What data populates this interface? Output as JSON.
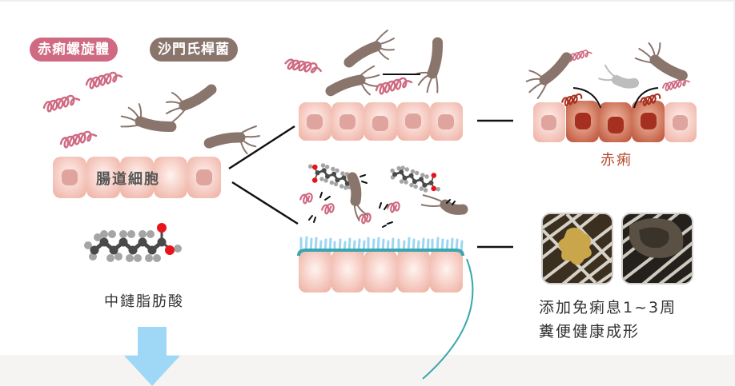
{
  "legend": {
    "spirochete_label": "赤痢螺旋體",
    "salmonella_label": "沙門氏桿菌"
  },
  "colors": {
    "spirochete": "#cf6a82",
    "salmonella": "#8a756d",
    "cell": "#f4c3b8",
    "cell_nucleus": "#e0a49e",
    "inflamed_cell": "#c9604a",
    "inflamed_nucleus": "#a6301f",
    "mucus": "#9dd6f3",
    "mucus_border": "#3aa6ad",
    "arrow": "#9fd8f6",
    "oxygen_atom": "#e8141c",
    "carbon_atom": "#4a4a4a",
    "hydrogen_atom": "#a5a5a5",
    "dysentery_text": "#b5482e"
  },
  "left_panel": {
    "cell_label": "腸道細胞",
    "mcfa_label": "中鏈脂肪酸"
  },
  "top_right": {
    "outcome_label": "赤痢"
  },
  "bottom_right": {
    "result_line1": "添加免痢息1~3周",
    "result_line2": "糞便健康成形",
    "photos": [
      {
        "name": "before-feces-photo",
        "description": "loose yellow feces on grate"
      },
      {
        "name": "after-feces-photo",
        "description": "formed dark feces on grate"
      }
    ]
  }
}
